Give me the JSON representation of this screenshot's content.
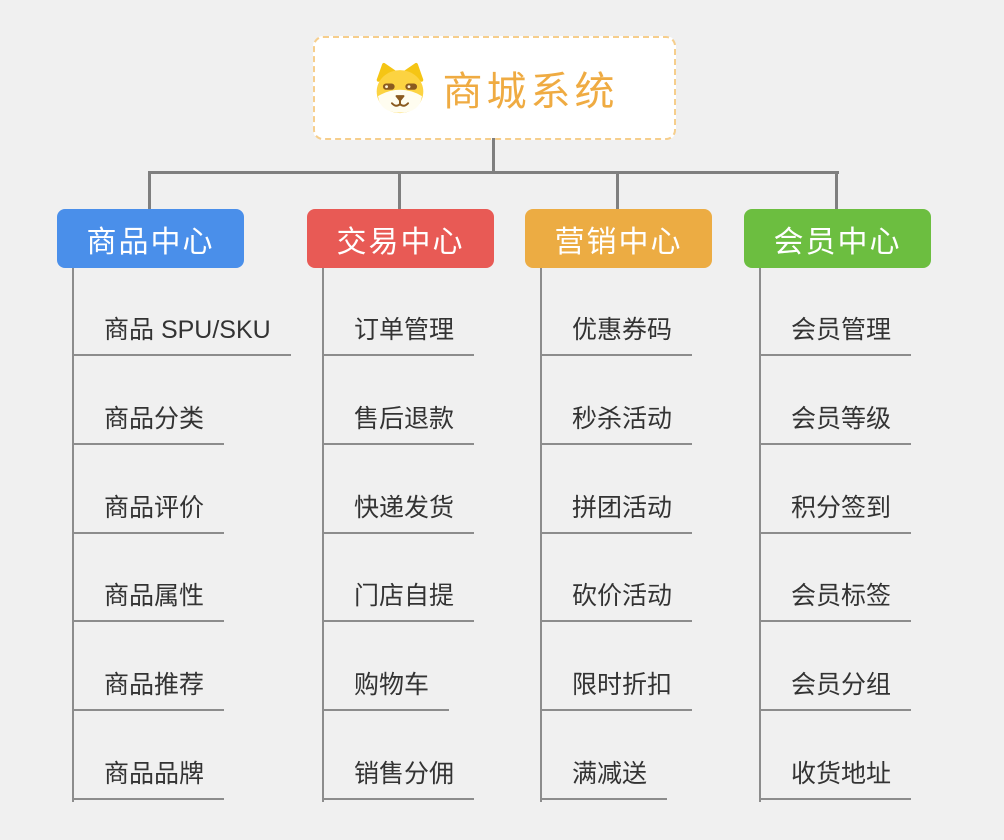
{
  "root": {
    "title": "商城系统",
    "icon": "shiba-dog-icon",
    "title_color": "#EFAB42",
    "border_color": "#F6CE8C"
  },
  "branches": [
    {
      "label": "商品中心",
      "color": "#4A8FEA",
      "items": [
        "商品 SPU/SKU",
        "商品分类",
        "商品评价",
        "商品属性",
        "商品推荐",
        "商品品牌"
      ]
    },
    {
      "label": "交易中心",
      "color": "#E85A55",
      "items": [
        "订单管理",
        "售后退款",
        "快递发货",
        "门店自提",
        "购物车",
        "销售分佣"
      ]
    },
    {
      "label": "营销中心",
      "color": "#ECAC43",
      "items": [
        "优惠券码",
        "秒杀活动",
        "拼团活动",
        "砍价活动",
        "限时折扣",
        "满减送"
      ]
    },
    {
      "label": "会员中心",
      "color": "#6CBE40",
      "items": [
        "会员管理",
        "会员等级",
        "积分签到",
        "会员标签",
        "会员分组",
        "收货地址"
      ]
    }
  ],
  "colors": {
    "background": "#F0F0F0",
    "connector": "#7F7F7F",
    "underline": "#8C8C8C",
    "item_text": "#333333",
    "node_text": "#FFFFFF"
  }
}
